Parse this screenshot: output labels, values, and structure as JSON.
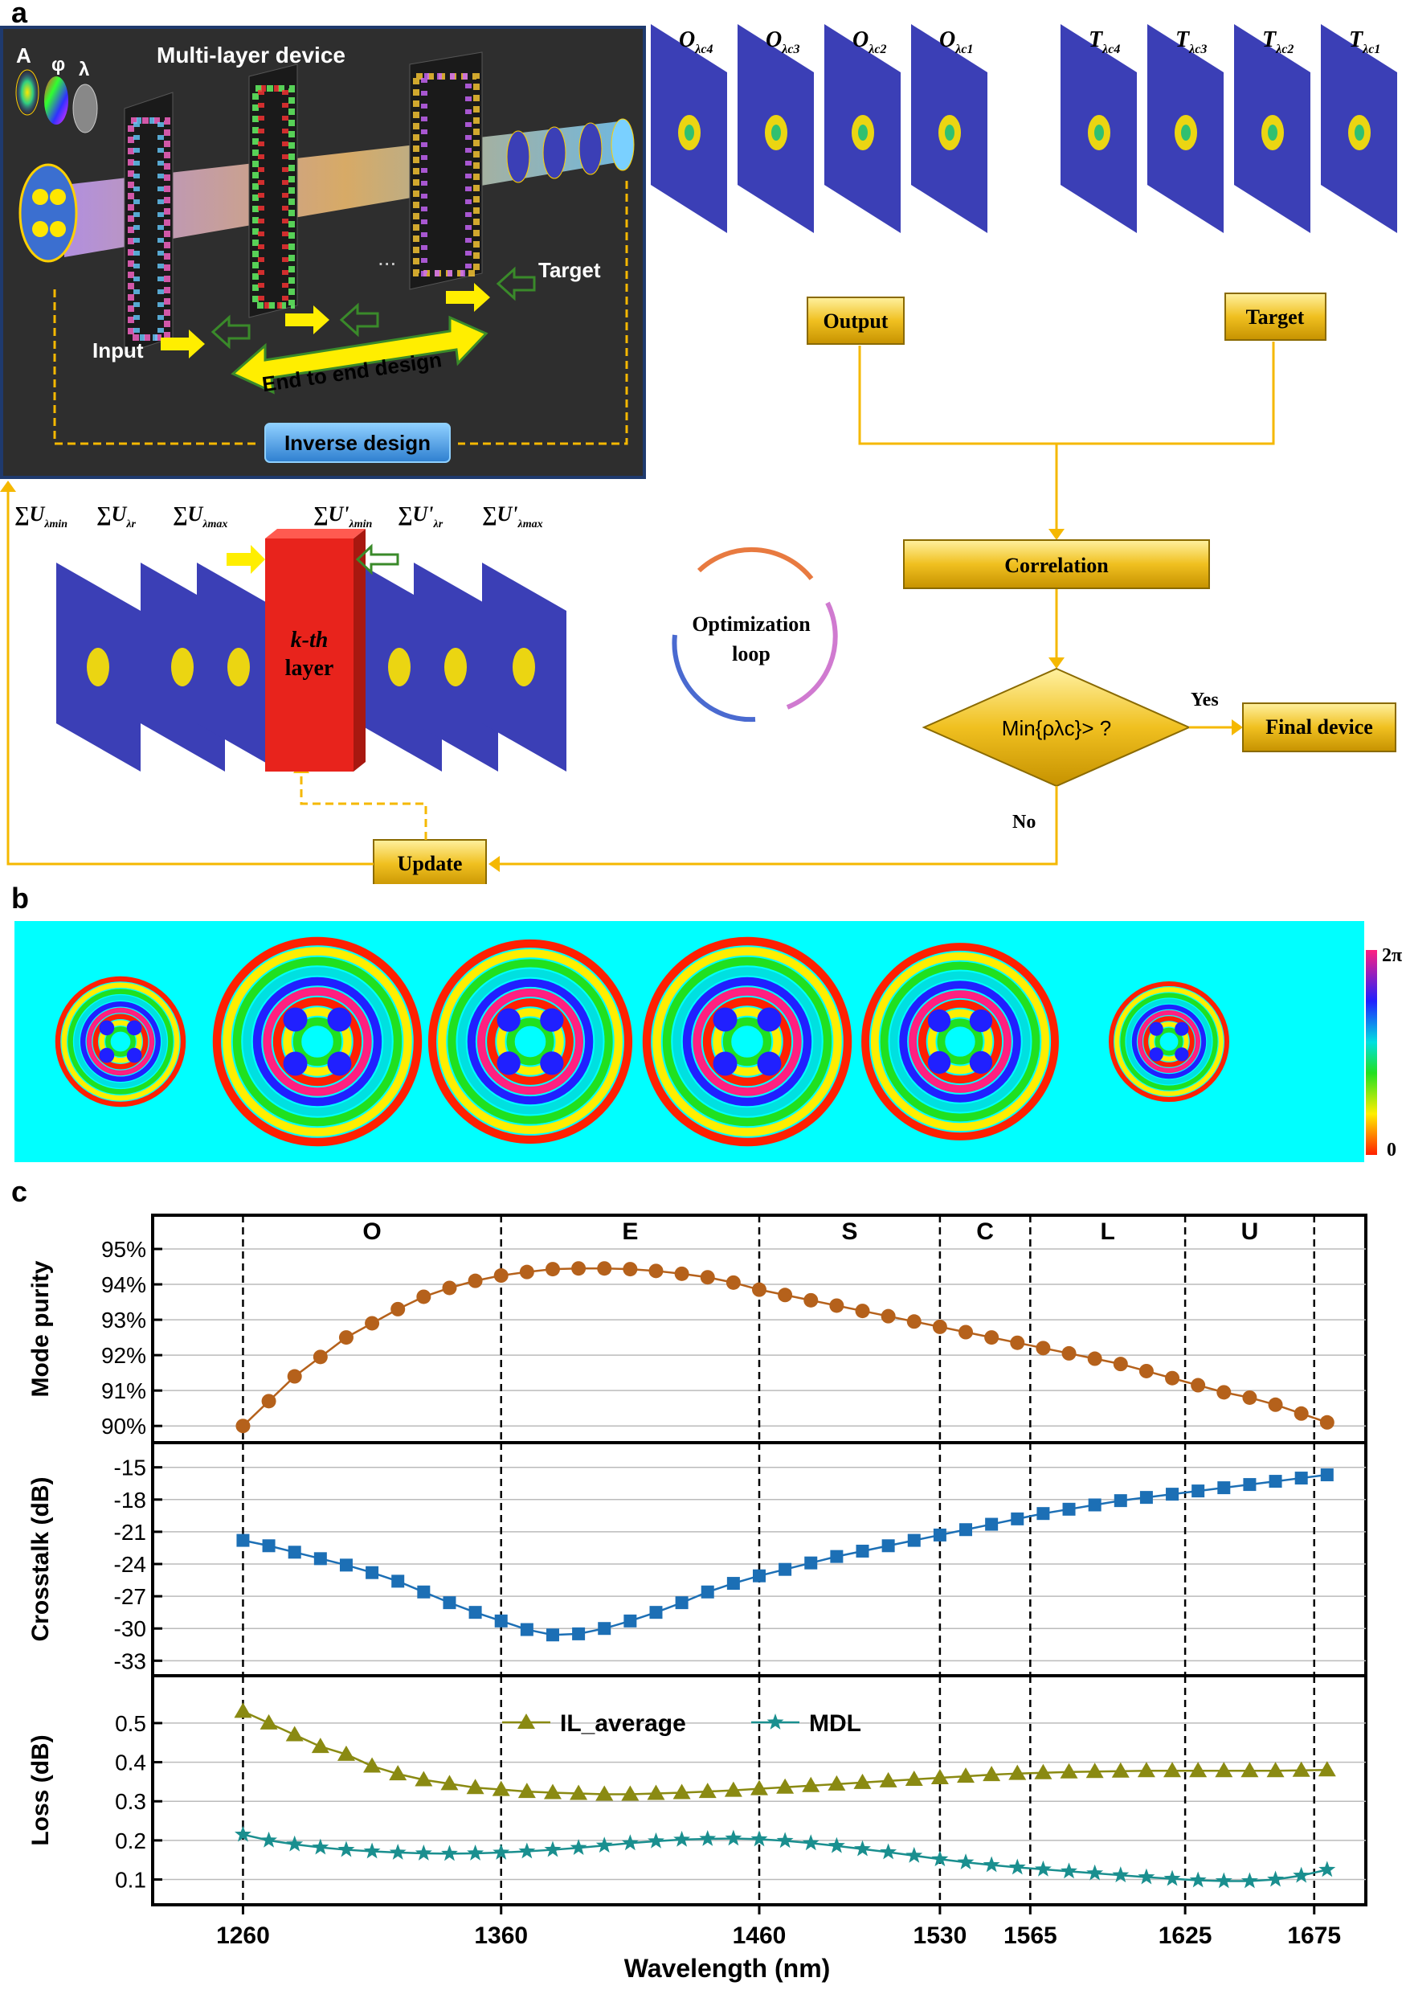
{
  "panel_labels": {
    "a": "a",
    "b": "b",
    "c": "c"
  },
  "panel_a": {
    "device_title": "Multi-layer device",
    "legend_amp": "A",
    "legend_phase": "φ",
    "legend_lambda": "λ",
    "input_label": "Input",
    "target_label": "Target",
    "end_to_end": "End to end design",
    "inverse_design": "Inverse design",
    "ellipsis": "...",
    "output_maps": [
      "O",
      "O",
      "O",
      "O"
    ],
    "output_subs": [
      "λc4",
      "λc3",
      "λc2",
      "λc1"
    ],
    "target_maps": [
      "T",
      "T",
      "T",
      "T"
    ],
    "target_subs": [
      "λc4",
      "λc3",
      "λc2",
      "λc1"
    ],
    "output_box": "Output",
    "target_box": "Target",
    "correlation_box": "Correlation",
    "decision_text": "Min{ρλc}> ?",
    "yes_label": "Yes",
    "no_label": "No",
    "final_box": "Final device",
    "update_box": "Update",
    "loop_text_1": "Optimization",
    "loop_text_2": "loop",
    "layer_text_1": "k-th",
    "layer_text_2": "layer",
    "sum_labels": [
      "∑U",
      "∑U",
      "∑U",
      "∑U'",
      "∑U'",
      "∑U'"
    ],
    "sum_subs": [
      "λmin",
      "λr",
      "λmax",
      "λmin",
      "λr",
      "λmax"
    ],
    "colors": {
      "bg_box": "#2e2e2e",
      "gold": "#f0c020",
      "arrow": "#f5b800",
      "layer": "#e8231c",
      "map": "#3b3fb6"
    }
  },
  "panel_b": {
    "scale_max": "2π",
    "scale_min": "0",
    "phase_mask_count": 6,
    "background": "#00ffff"
  },
  "chart_data": [
    {
      "type": "line",
      "ylabel": "Mode purity",
      "x": [
        1260,
        1270,
        1280,
        1290,
        1300,
        1310,
        1320,
        1330,
        1340,
        1350,
        1360,
        1370,
        1380,
        1390,
        1400,
        1410,
        1420,
        1430,
        1440,
        1450,
        1460,
        1470,
        1480,
        1490,
        1500,
        1510,
        1520,
        1530,
        1540,
        1550,
        1560,
        1570,
        1580,
        1590,
        1600,
        1610,
        1620,
        1630,
        1640,
        1650,
        1660,
        1670,
        1680
      ],
      "series": [
        {
          "values": [
            90.0,
            90.7,
            91.4,
            91.95,
            92.5,
            92.9,
            93.3,
            93.65,
            93.9,
            94.1,
            94.25,
            94.35,
            94.43,
            94.45,
            94.45,
            94.43,
            94.38,
            94.3,
            94.2,
            94.05,
            93.85,
            93.7,
            93.55,
            93.4,
            93.25,
            93.1,
            92.95,
            92.8,
            92.65,
            92.5,
            92.35,
            92.2,
            92.05,
            91.9,
            91.75,
            91.55,
            91.35,
            91.15,
            90.95,
            90.8,
            90.6,
            90.35,
            90.1
          ]
        }
      ],
      "ytick_labels": [
        "90%",
        "91%",
        "92%",
        "93%",
        "94%",
        "95%"
      ],
      "ylim": [
        89.8,
        95.5
      ],
      "band_labels": [
        "O",
        "E",
        "S",
        "C",
        "L",
        "U"
      ],
      "color": "#b5611b"
    },
    {
      "type": "line",
      "ylabel": "Crosstalk (dB)",
      "x": [
        1260,
        1270,
        1280,
        1290,
        1300,
        1310,
        1320,
        1330,
        1340,
        1350,
        1360,
        1370,
        1380,
        1390,
        1400,
        1410,
        1420,
        1430,
        1440,
        1450,
        1460,
        1470,
        1480,
        1490,
        1500,
        1510,
        1520,
        1530,
        1540,
        1550,
        1560,
        1570,
        1580,
        1590,
        1600,
        1610,
        1620,
        1630,
        1640,
        1650,
        1660,
        1670,
        1680
      ],
      "series": [
        {
          "values": [
            -21.8,
            -22.3,
            -22.9,
            -23.5,
            -24.1,
            -24.8,
            -25.6,
            -26.6,
            -27.6,
            -28.5,
            -29.3,
            -30.1,
            -30.6,
            -30.5,
            -30.0,
            -29.3,
            -28.5,
            -27.6,
            -26.6,
            -25.8,
            -25.1,
            -24.5,
            -23.9,
            -23.3,
            -22.8,
            -22.3,
            -21.8,
            -21.3,
            -20.8,
            -20.3,
            -19.8,
            -19.3,
            -18.9,
            -18.5,
            -18.1,
            -17.8,
            -17.5,
            -17.2,
            -16.9,
            -16.6,
            -16.3,
            -16.0,
            -15.7
          ]
        }
      ],
      "ytick_labels": [
        "-33",
        "-30",
        "-27",
        "-24",
        "-21",
        "-18",
        "-15"
      ],
      "ylim": [
        -33.5,
        -14.2
      ],
      "color": "#1c6fb5"
    },
    {
      "type": "line",
      "ylabel": "Loss (dB)",
      "x": [
        1260,
        1270,
        1280,
        1290,
        1300,
        1310,
        1320,
        1330,
        1340,
        1350,
        1360,
        1370,
        1380,
        1390,
        1400,
        1410,
        1420,
        1430,
        1440,
        1450,
        1460,
        1470,
        1480,
        1490,
        1500,
        1510,
        1520,
        1530,
        1540,
        1550,
        1560,
        1570,
        1580,
        1590,
        1600,
        1610,
        1620,
        1630,
        1640,
        1650,
        1660,
        1670,
        1680
      ],
      "series": [
        {
          "name": "IL_average",
          "values": [
            0.53,
            0.5,
            0.47,
            0.44,
            0.42,
            0.39,
            0.37,
            0.355,
            0.345,
            0.335,
            0.33,
            0.325,
            0.322,
            0.32,
            0.318,
            0.318,
            0.32,
            0.322,
            0.325,
            0.328,
            0.332,
            0.336,
            0.34,
            0.344,
            0.348,
            0.352,
            0.356,
            0.36,
            0.364,
            0.368,
            0.371,
            0.373,
            0.375,
            0.376,
            0.377,
            0.378,
            0.378,
            0.378,
            0.378,
            0.378,
            0.378,
            0.379,
            0.38
          ]
        },
        {
          "name": "MDL",
          "values": [
            0.215,
            0.2,
            0.19,
            0.182,
            0.176,
            0.172,
            0.169,
            0.167,
            0.166,
            0.167,
            0.169,
            0.172,
            0.176,
            0.181,
            0.187,
            0.193,
            0.198,
            0.202,
            0.204,
            0.205,
            0.203,
            0.199,
            0.193,
            0.186,
            0.178,
            0.17,
            0.161,
            0.152,
            0.144,
            0.137,
            0.131,
            0.126,
            0.121,
            0.116,
            0.111,
            0.106,
            0.102,
            0.098,
            0.096,
            0.096,
            0.1,
            0.11,
            0.125
          ]
        }
      ],
      "ytick_labels": [
        "0.1",
        "0.2",
        "0.3",
        "0.4",
        "0.5"
      ],
      "ylim": [
        0.06,
        0.58
      ],
      "xlabel": "Wavelength (nm)",
      "xtick_labels": [
        "1260",
        "1360",
        "1460",
        "1530",
        "1565",
        "1625",
        "1675"
      ],
      "xticks": [
        1260,
        1360,
        1460,
        1530,
        1565,
        1625,
        1675
      ],
      "xlim": [
        1225,
        1695
      ],
      "colors": [
        "#8a8a12",
        "#1a8f8f"
      ]
    }
  ]
}
